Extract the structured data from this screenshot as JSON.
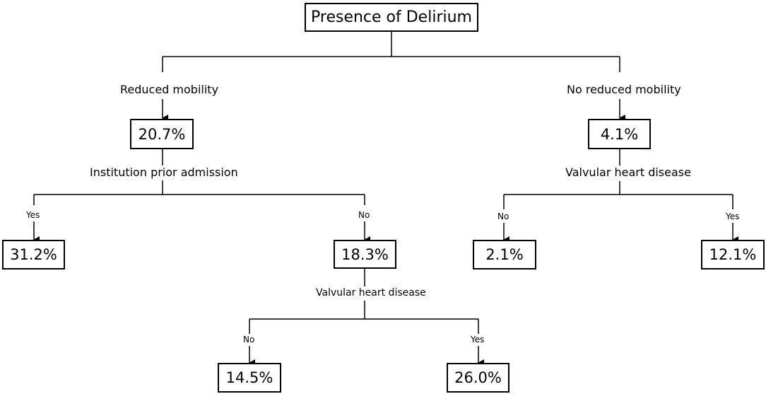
{
  "title": "Presence of Delirium",
  "splits": {
    "reduced_mobility": "Reduced mobility",
    "no_reduced_mobility": "No reduced mobility",
    "institution": "Institution prior admission",
    "valvular_right": "Valvular heart disease",
    "valvular_bottom": "Valvular heart disease"
  },
  "branch_labels": {
    "yes": "Yes",
    "no": "No"
  },
  "nodes": {
    "reduced": "20.7%",
    "not_reduced": "4.1%",
    "institution_yes": "31.2%",
    "institution_no": "18.3%",
    "valvular_no_right": "2.1%",
    "valvular_yes_right": "12.1%",
    "valvular_no_bottom": "14.5%",
    "valvular_yes_bottom": "26.0%"
  },
  "colors": {
    "line": "#000000",
    "background": "#ffffff"
  }
}
